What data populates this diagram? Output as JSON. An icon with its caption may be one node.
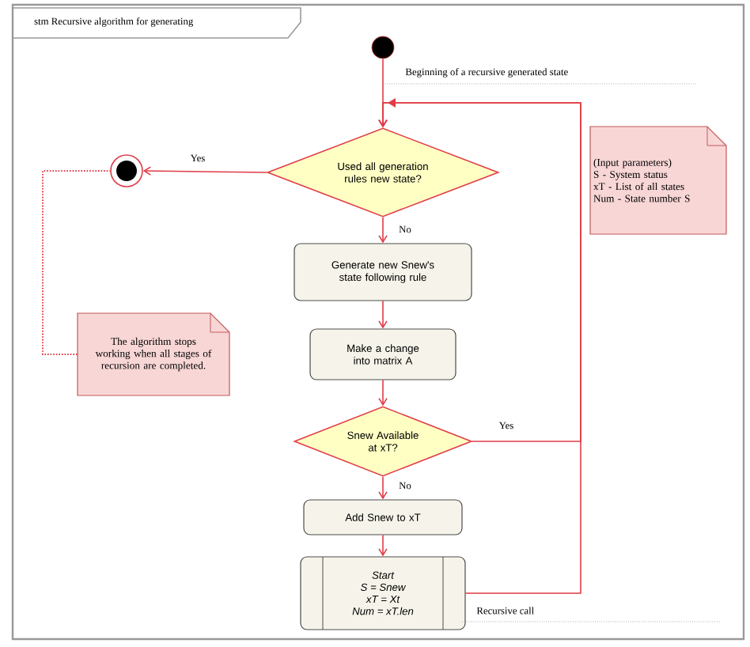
{
  "diagram": {
    "title": "stm Recursive algorithm for generating",
    "nodes": [
      {
        "text": [],
        "shape": "circle"
      },
      {
        "text": [
          "Used all generation rules new state?"
        ]
      },
      {
        "text": [],
        "shape": "circle"
      },
      {
        "text": [
          "The algorithm stops working when all stages of recursion are completed."
        ]
      },
      {
        "text": [
          "Generate new Snew's state following rule"
        ]
      },
      {
        "text": [
          "Make a change into matrix A"
        ]
      },
      {
        "text": [
          "Snew Available at xT?"
        ]
      },
      {
        "text": [
          "Add Snew to xT"
        ]
      },
      {
        "text": [
          "Start",
          "S = Snew",
          "xT = Xt",
          "Num = xT.len"
        ]
      },
      {
        "text": [
          "(Input parameters)",
          "S - System status",
          "xT - List of all states",
          "Num - State number S"
        ]
      }
    ],
    "edges": [
      {
        "from": 0,
        "to": 1,
        "arrow": "to"
      },
      {
        "from": 1,
        "to": 2,
        "arrow": "to",
        "label": "Yes"
      },
      {
        "from": 1,
        "to": 4,
        "arrow": "to",
        "label": "No"
      },
      {
        "from": 4,
        "to": 5,
        "arrow": "to"
      },
      {
        "from": 5,
        "to": 6,
        "arrow": "to"
      },
      {
        "from": 6,
        "to": 7,
        "arrow": "to",
        "label": "No"
      },
      {
        "from": 7,
        "to": 8,
        "arrow": "to"
      },
      {
        "from": 6,
        "to": 1,
        "arrow": "to",
        "label": "Yes"
      },
      {
        "from": 8,
        "to": 1,
        "arrow": "to"
      },
      {
        "from": 3,
        "to": 2,
        "arrow": "none",
        "style": "dashed"
      }
    ],
    "labels": [
      "Beginning of a recursive generated state",
      "Recursive call"
    ]
  }
}
